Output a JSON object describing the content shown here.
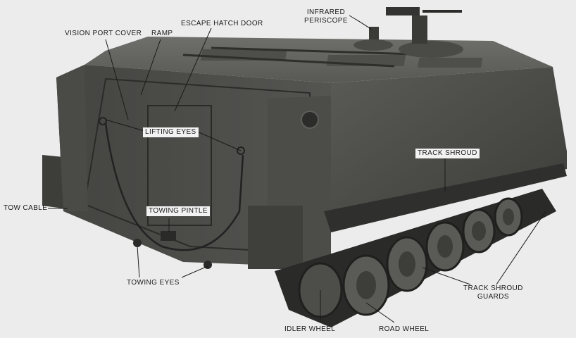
{
  "labels": {
    "vision_port_cover": "VISION PORT COVER",
    "ramp": "RAMP",
    "escape_hatch_door": "ESCAPE HATCH DOOR",
    "infrared_periscope_line1": "INFRARED",
    "infrared_periscope_line2": "PERISCOPE",
    "lifting_eyes": "LIFTING EYES",
    "track_shroud": "TRACK SHROUD",
    "tow_cable": "TOW CABLE",
    "towing_pintle": "TOWING PINTLE",
    "towing_eyes": "TOWING EYES",
    "track_shroud_guards_line1": "TRACK SHROUD",
    "track_shroud_guards_line2": "GUARDS",
    "idler_wheel": "IDLER WHEEL",
    "road_wheel": "ROAD WHEEL"
  },
  "colors": {
    "background": "#ececec",
    "hull_dark": "#3a3a38",
    "hull_mid": "#4b4b48",
    "hull_light": "#6a6a66",
    "leader_line": "#1a1a1a"
  }
}
